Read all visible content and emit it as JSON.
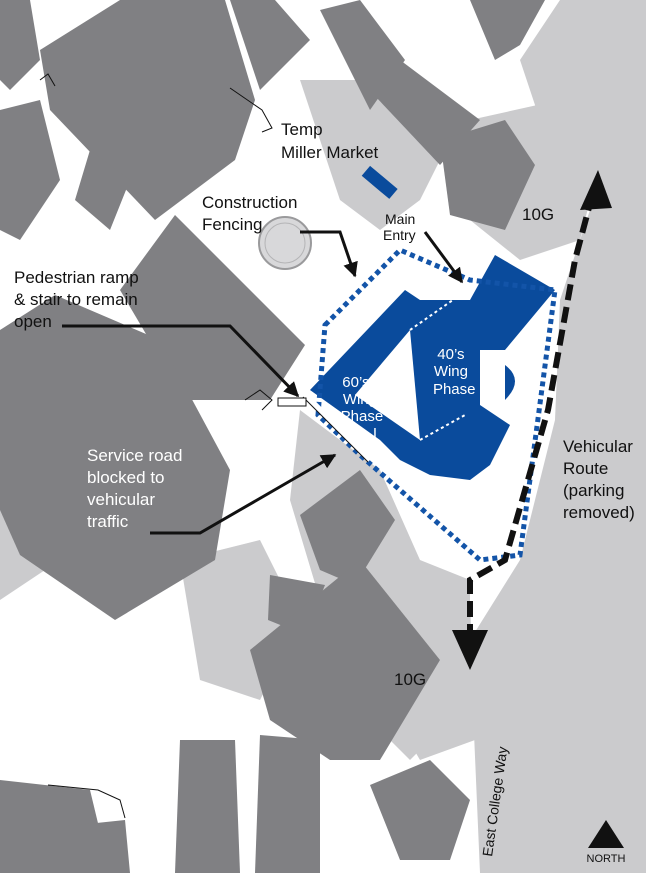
{
  "map": {
    "labels": {
      "temp_market": [
        "Temp",
        "Miller Market"
      ],
      "construction_fencing": [
        "Construction",
        "Fencing"
      ],
      "main_entry": [
        "Main",
        "Entry"
      ],
      "pedestrian": [
        "Pedestrian ramp",
        "& stair to remain",
        "open"
      ],
      "service_road": [
        "Service road",
        "blocked to",
        "vehicular",
        "traffic"
      ],
      "wing60": [
        "60’s",
        "Wing",
        "Phase",
        "I"
      ],
      "wing40": [
        "40’s",
        "Wing",
        "Phase Ⅱ"
      ],
      "vehicular_route": [
        "Vehicular",
        "Route",
        "(parking",
        "removed)"
      ],
      "lot_top": "10G",
      "lot_bottom": "10G",
      "street": "East College Way",
      "north": "NORTH"
    },
    "colors": {
      "building": "#808083",
      "paving": "#cbcbcd",
      "background": "#ffffff",
      "project_blue": "#0a4b9c",
      "fence_blue": "#1354a8",
      "arrow": "#111111"
    },
    "icons": {
      "north": "north-arrow-icon",
      "plaza": "circular-plaza"
    }
  }
}
